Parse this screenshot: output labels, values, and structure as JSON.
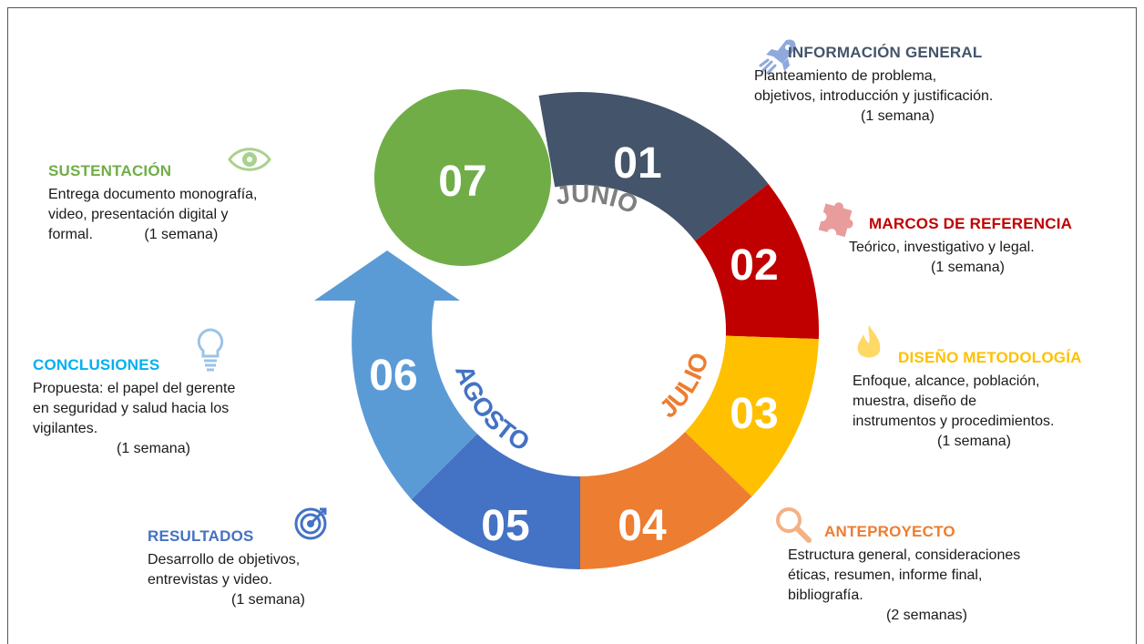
{
  "steps": [
    {
      "num": "01",
      "title": "INFORMACIÓN GENERAL",
      "body": "Planteamiento de problema,\nobjetivos, introducción y justificación.",
      "duration": "(1 semana)",
      "color": "#44546a",
      "icon": "rocket-icon"
    },
    {
      "num": "02",
      "title": "MARCOS DE REFERENCIA",
      "body": "Teórico, investigativo y legal.",
      "duration": "(1 semana)",
      "color": "#c00000",
      "icon": "puzzle-icon"
    },
    {
      "num": "03",
      "title": "DISEÑO METODOLOGÍA",
      "body": "Enfoque, alcance, población,\nmuestra, diseño de\ninstrumentos y procedimientos.",
      "duration": "(1 semana)",
      "color": "#ffc000",
      "icon": "flame-icon"
    },
    {
      "num": "04",
      "title": "ANTEPROYECTO",
      "body": "Estructura general, consideraciones\néticas, resumen, informe final,\nbibliografía.",
      "duration": "(2 semanas)",
      "color": "#ed7d31",
      "icon": "magnifier-icon"
    },
    {
      "num": "05",
      "title": "RESULTADOS",
      "body": "Desarrollo de objetivos,\nentrevistas y video.",
      "duration": "(1 semana)",
      "color": "#4472c4",
      "icon": "target-icon"
    },
    {
      "num": "06",
      "title": "CONCLUSIONES",
      "body": "Propuesta: el papel del gerente\nen seguridad y salud hacia los\nvigilantes.",
      "duration": "(1 semana)",
      "color": "#5b9bd5",
      "icon": "lightbulb-icon"
    },
    {
      "num": "07",
      "title": "SUSTENTACIÓN",
      "body": "Entrega documento monografía,\nvideo, presentación digital y\nformal.",
      "duration": "(1 semana)",
      "color": "#70ad47",
      "icon": "eye-icon"
    }
  ],
  "months": {
    "june": "JUNIO",
    "july": "JULIO",
    "august": "AGOSTO"
  },
  "month_colors": {
    "june": "#7f7f7f",
    "july": "#ed7d31",
    "august": "#4472c4"
  },
  "title_colors": {
    "info": "#44546a",
    "marcos": "#c00000",
    "diseno": "#ffc000",
    "ante": "#ed7d31",
    "result": "#4472c4",
    "concl": "#00b0f0",
    "sust": "#70ad47"
  }
}
